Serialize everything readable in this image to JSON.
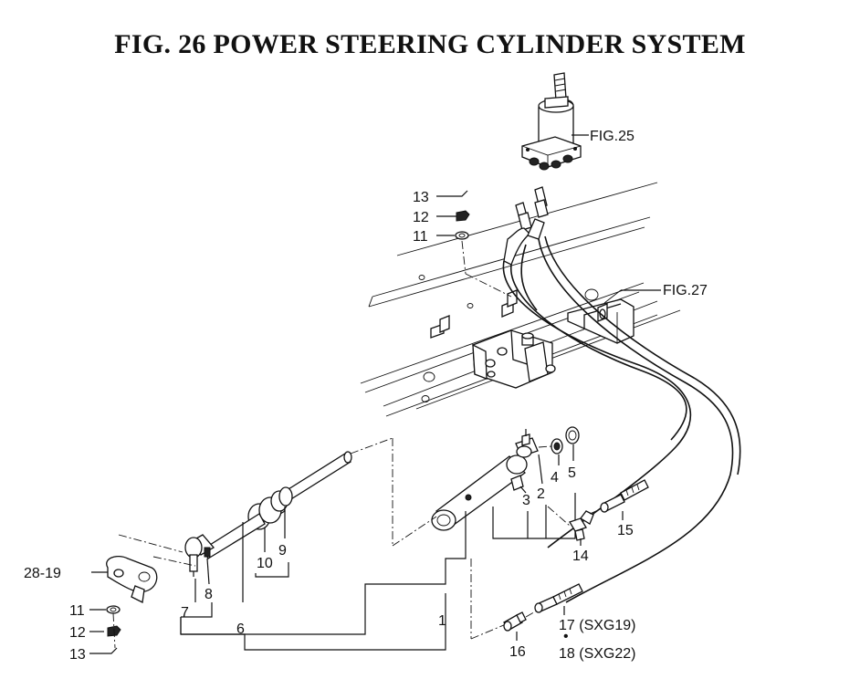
{
  "title": "FIG. 26  POWER STEERING CYLINDER SYSTEM",
  "references": {
    "fig25": "FIG.25",
    "fig27": "FIG.27"
  },
  "callouts": {
    "c1": "1",
    "c2": "2",
    "c3": "3",
    "c4": "4",
    "c5": "5",
    "c6": "6",
    "c7": "7",
    "c8": "8",
    "c9": "9",
    "c10": "10",
    "c11_top": "11",
    "c12_top": "12",
    "c13_top": "13",
    "c11_bot": "11",
    "c12_bot": "12",
    "c13_bot": "13",
    "c14": "14",
    "c15": "15",
    "c16": "16",
    "c17": "17 (SXG19)",
    "c18": "18 (SXG22)",
    "c28_19": "28-19",
    "dot": "•"
  }
}
